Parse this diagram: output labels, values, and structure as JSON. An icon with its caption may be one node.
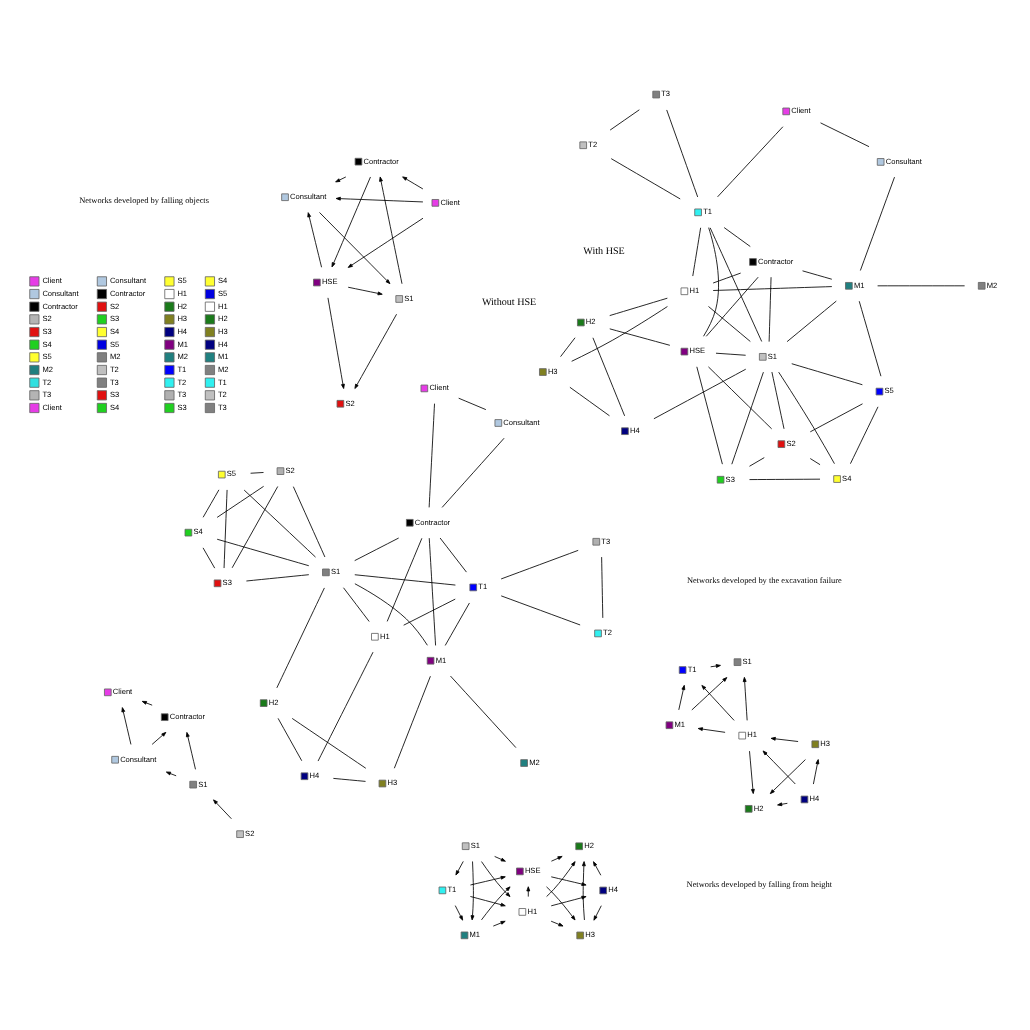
{
  "diagram": {
    "nodes": [
      {
        "text": [
          "H4"
        ]
      },
      {
        "text": [
          "H3"
        ]
      },
      {
        "text": [
          "H2"
        ]
      },
      {
        "text": [
          "H1"
        ]
      },
      {
        "text": [
          "S2"
        ]
      },
      {
        "text": [
          "S5"
        ]
      },
      {
        "text": [
          "S4"
        ]
      },
      {
        "text": [
          "S1"
        ]
      },
      {
        "text": [
          "S3"
        ]
      },
      {
        "text": [
          "T2"
        ]
      },
      {
        "text": [
          "T1"
        ]
      },
      {
        "text": [
          "M1"
        ]
      },
      {
        "text": [
          "Contractor"
        ]
      },
      {
        "text": [
          "T3"
        ]
      },
      {
        "text": [
          "Client"
        ]
      },
      {
        "text": [
          "M2"
        ]
      },
      {
        "text": [
          "Consultant"
        ]
      },
      {
        "text": [
          "Client"
        ]
      },
      {
        "text": [
          "Consultant"
        ]
      },
      {
        "text": [
          "H3"
        ]
      },
      {
        "text": [
          "H2"
        ]
      },
      {
        "text": [
          "H4"
        ]
      },
      {
        "text": [
          "Contractor"
        ]
      },
      {
        "text": [
          "HSE"
        ]
      },
      {
        "text": [
          "H1"
        ]
      },
      {
        "text": [
          "S3"
        ]
      },
      {
        "text": [
          "S2"
        ]
      },
      {
        "text": [
          "M1"
        ]
      },
      {
        "text": [
          "S1"
        ]
      },
      {
        "text": [
          "S5"
        ]
      },
      {
        "text": [
          "M2"
        ]
      },
      {
        "text": [
          "T1"
        ]
      },
      {
        "text": [
          "S4"
        ]
      },
      {
        "text": [
          "T3"
        ]
      },
      {
        "text": [
          "T2"
        ]
      },
      {
        "text": [
          "M1"
        ]
      },
      {
        "text": [
          "H4"
        ]
      },
      {
        "text": [
          "H1"
        ]
      },
      {
        "text": [
          "T1"
        ]
      },
      {
        "text": [
          "H3"
        ]
      },
      {
        "text": [
          "S1"
        ]
      },
      {
        "text": [
          "H2"
        ]
      },
      {
        "text": [
          "T1"
        ]
      },
      {
        "text": [
          "H4"
        ]
      },
      {
        "text": [
          "H1"
        ]
      },
      {
        "text": [
          "S1"
        ]
      },
      {
        "text": [
          "H2"
        ]
      },
      {
        "text": [
          "HSE"
        ]
      },
      {
        "text": [
          "M1"
        ]
      },
      {
        "text": [
          "H3"
        ]
      },
      {
        "text": [
          "Consultant"
        ]
      },
      {
        "text": [
          "S2"
        ]
      },
      {
        "text": [
          "S1"
        ]
      },
      {
        "text": [
          "Client"
        ]
      },
      {
        "text": [
          "Contractor"
        ]
      },
      {
        "text": [
          "HSE"
        ]
      },
      {
        "text": [
          "Client"
        ]
      },
      {
        "text": [
          "S2"
        ]
      },
      {
        "text": [
          "Contractor"
        ]
      },
      {
        "text": [
          "S1"
        ]
      },
      {
        "text": [
          "Consultant"
        ]
      }
    ],
    "edges": [
      {
        "from": 0,
        "to": 1,
        "arrow": "none"
      },
      {
        "from": 0,
        "to": 2,
        "arrow": "none"
      },
      {
        "from": 2,
        "to": 1,
        "arrow": "none"
      },
      {
        "from": 0,
        "to": 3,
        "arrow": "none"
      },
      {
        "from": 1,
        "to": 11,
        "arrow": "none"
      },
      {
        "from": 2,
        "to": 7,
        "arrow": "none"
      },
      {
        "from": 3,
        "to": 10,
        "arrow": "none"
      },
      {
        "from": 3,
        "to": 12,
        "arrow": "none"
      },
      {
        "from": 3,
        "to": 7,
        "arrow": "none"
      },
      {
        "from": 10,
        "to": 9,
        "arrow": "none"
      },
      {
        "from": 9,
        "to": 13,
        "arrow": "none"
      },
      {
        "from": 10,
        "to": 13,
        "arrow": "none"
      },
      {
        "from": 10,
        "to": 11,
        "arrow": "none"
      },
      {
        "from": 10,
        "to": 7,
        "arrow": "none"
      },
      {
        "from": 10,
        "to": 12,
        "arrow": "none"
      },
      {
        "from": 11,
        "to": 7,
        "arrow": "none"
      },
      {
        "from": 11,
        "to": 12,
        "arrow": "none"
      },
      {
        "from": 11,
        "to": 15,
        "arrow": "none"
      },
      {
        "from": 7,
        "to": 12,
        "arrow": "none"
      },
      {
        "from": 7,
        "to": 4,
        "arrow": "none"
      },
      {
        "from": 7,
        "to": 5,
        "arrow": "none"
      },
      {
        "from": 7,
        "to": 6,
        "arrow": "none"
      },
      {
        "from": 7,
        "to": 8,
        "arrow": "none"
      },
      {
        "from": 4,
        "to": 5,
        "arrow": "none"
      },
      {
        "from": 4,
        "to": 6,
        "arrow": "none"
      },
      {
        "from": 4,
        "to": 8,
        "arrow": "none"
      },
      {
        "from": 5,
        "to": 6,
        "arrow": "none"
      },
      {
        "from": 5,
        "to": 8,
        "arrow": "none"
      },
      {
        "from": 6,
        "to": 8,
        "arrow": "none"
      },
      {
        "from": 12,
        "to": 14,
        "arrow": "none"
      },
      {
        "from": 12,
        "to": 16,
        "arrow": "none"
      },
      {
        "from": 16,
        "to": 14,
        "arrow": "none"
      },
      {
        "from": 17,
        "to": 18,
        "arrow": "none"
      },
      {
        "from": 17,
        "to": 31,
        "arrow": "none"
      },
      {
        "from": 19,
        "to": 20,
        "arrow": "none"
      },
      {
        "from": 19,
        "to": 21,
        "arrow": "none"
      },
      {
        "from": 21,
        "to": 20,
        "arrow": "none"
      },
      {
        "from": 19,
        "to": 24,
        "arrow": "none"
      },
      {
        "from": 20,
        "to": 24,
        "arrow": "none"
      },
      {
        "from": 20,
        "to": 23,
        "arrow": "none"
      },
      {
        "from": 21,
        "to": 28,
        "arrow": "none"
      },
      {
        "from": 24,
        "to": 22,
        "arrow": "none"
      },
      {
        "from": 24,
        "to": 27,
        "arrow": "none"
      },
      {
        "from": 24,
        "to": 31,
        "arrow": "none"
      },
      {
        "from": 24,
        "to": 28,
        "arrow": "none"
      },
      {
        "from": 22,
        "to": 23,
        "arrow": "none"
      },
      {
        "from": 22,
        "to": 27,
        "arrow": "none"
      },
      {
        "from": 22,
        "to": 31,
        "arrow": "none"
      },
      {
        "from": 22,
        "to": 28,
        "arrow": "none"
      },
      {
        "from": 18,
        "to": 27,
        "arrow": "none"
      },
      {
        "from": 23,
        "to": 25,
        "arrow": "none"
      },
      {
        "from": 23,
        "to": 26,
        "arrow": "none"
      },
      {
        "from": 23,
        "to": 28,
        "arrow": "none"
      },
      {
        "from": 23,
        "to": 31,
        "arrow": "none"
      },
      {
        "from": 27,
        "to": 28,
        "arrow": "none"
      },
      {
        "from": 27,
        "to": 30,
        "arrow": "none"
      },
      {
        "from": 27,
        "to": 29,
        "arrow": "none"
      },
      {
        "from": 31,
        "to": 28,
        "arrow": "none"
      },
      {
        "from": 31,
        "to": 33,
        "arrow": "none"
      },
      {
        "from": 31,
        "to": 34,
        "arrow": "none"
      },
      {
        "from": 33,
        "to": 34,
        "arrow": "none"
      },
      {
        "from": 28,
        "to": 25,
        "arrow": "none"
      },
      {
        "from": 28,
        "to": 26,
        "arrow": "none"
      },
      {
        "from": 28,
        "to": 32,
        "arrow": "none"
      },
      {
        "from": 25,
        "to": 26,
        "arrow": "none"
      },
      {
        "from": 25,
        "to": 32,
        "arrow": "none"
      },
      {
        "from": 26,
        "to": 32,
        "arrow": "none"
      },
      {
        "from": 26,
        "to": 29,
        "arrow": "none"
      },
      {
        "from": 29,
        "to": 32,
        "arrow": "none"
      },
      {
        "from": 28,
        "to": 29,
        "arrow": "none"
      },
      {
        "from": 36,
        "to": 37,
        "arrow": "to"
      },
      {
        "from": 36,
        "to": 39,
        "arrow": "to"
      },
      {
        "from": 36,
        "to": 41,
        "arrow": "to"
      },
      {
        "from": 39,
        "to": 37,
        "arrow": "to"
      },
      {
        "from": 37,
        "to": 41,
        "arrow": "to"
      },
      {
        "from": 39,
        "to": 41,
        "arrow": "to"
      },
      {
        "from": 37,
        "to": 35,
        "arrow": "to"
      },
      {
        "from": 37,
        "to": 38,
        "arrow": "to"
      },
      {
        "from": 37,
        "to": 40,
        "arrow": "to"
      },
      {
        "from": 35,
        "to": 38,
        "arrow": "to"
      },
      {
        "from": 35,
        "to": 40,
        "arrow": "to"
      },
      {
        "from": 38,
        "to": 40,
        "arrow": "to"
      },
      {
        "from": 42,
        "to": 44,
        "arrow": "to"
      },
      {
        "from": 45,
        "to": 42,
        "arrow": "to"
      },
      {
        "from": 42,
        "to": 48,
        "arrow": "to"
      },
      {
        "from": 42,
        "to": 47,
        "arrow": "to"
      },
      {
        "from": 45,
        "to": 44,
        "arrow": "to"
      },
      {
        "from": 45,
        "to": 48,
        "arrow": "to"
      },
      {
        "from": 45,
        "to": 47,
        "arrow": "to"
      },
      {
        "from": 48,
        "to": 44,
        "arrow": "to"
      },
      {
        "from": 44,
        "to": 47,
        "arrow": "to"
      },
      {
        "from": 44,
        "to": 49,
        "arrow": "to"
      },
      {
        "from": 44,
        "to": 46,
        "arrow": "to"
      },
      {
        "from": 44,
        "to": 43,
        "arrow": "to"
      },
      {
        "from": 47,
        "to": 43,
        "arrow": "to"
      },
      {
        "from": 43,
        "to": 49,
        "arrow": "to"
      },
      {
        "from": 43,
        "to": 46,
        "arrow": "to"
      },
      {
        "from": 47,
        "to": 46,
        "arrow": "to"
      },
      {
        "from": 49,
        "to": 46,
        "arrow": "to"
      },
      {
        "from": 48,
        "to": 47,
        "arrow": "to"
      },
      {
        "from": 47,
        "to": 49,
        "arrow": "to"
      },
      {
        "from": 51,
        "to": 52,
        "arrow": "to"
      },
      {
        "from": 52,
        "to": 50,
        "arrow": "to"
      },
      {
        "from": 52,
        "to": 54,
        "arrow": "to"
      },
      {
        "from": 50,
        "to": 54,
        "arrow": "to"
      },
      {
        "from": 50,
        "to": 53,
        "arrow": "to"
      },
      {
        "from": 54,
        "to": 53,
        "arrow": "to"
      },
      {
        "from": 56,
        "to": 55,
        "arrow": "to"
      },
      {
        "from": 56,
        "to": 58,
        "arrow": "to"
      },
      {
        "from": 58,
        "to": 55,
        "arrow": "to"
      },
      {
        "from": 56,
        "to": 60,
        "arrow": "to"
      },
      {
        "from": 55,
        "to": 57,
        "arrow": "to"
      },
      {
        "from": 55,
        "to": 60,
        "arrow": "to"
      },
      {
        "from": 55,
        "to": 59,
        "arrow": "to"
      },
      {
        "from": 59,
        "to": 57,
        "arrow": "to"
      },
      {
        "from": 59,
        "to": 58,
        "arrow": "to"
      },
      {
        "from": 58,
        "to": 60,
        "arrow": "to"
      },
      {
        "from": 60,
        "to": 59,
        "arrow": "to"
      }
    ],
    "labels": [
      "Without HSE",
      "With HSE",
      "Networks developed by falling from height",
      "Networks developed by falling objects",
      "Networks developed by the excavation failure"
    ],
    "legend": [
      {
        "text": "Client",
        "color": "#e63ce6"
      },
      {
        "text": "Consultant",
        "color": "#b0c8e0"
      },
      {
        "text": "Contractor",
        "color": "#000000"
      },
      {
        "text": "S2",
        "color": "#b4b4b4"
      },
      {
        "text": "S3",
        "color": "#e01010"
      },
      {
        "text": "S4",
        "color": "#20d020"
      },
      {
        "text": "S5",
        "color": "#ffff30"
      },
      {
        "text": "M2",
        "color": "#1f7f7f"
      },
      {
        "text": "T2",
        "color": "#30e0e0"
      },
      {
        "text": "T3",
        "color": "#b4b4b4"
      },
      {
        "text": "Client",
        "color": "#e63ce6"
      },
      {
        "text": "Consultant",
        "color": "#b0c8e0"
      },
      {
        "text": "Contractor",
        "color": "#000000"
      },
      {
        "text": "S2",
        "color": "#e01010"
      },
      {
        "text": "S3",
        "color": "#20d020"
      },
      {
        "text": "S4",
        "color": "#ffff30"
      },
      {
        "text": "S5",
        "color": "#0000e0"
      },
      {
        "text": "M2",
        "color": "#808080"
      },
      {
        "text": "T2",
        "color": "#c0c0c0"
      },
      {
        "text": "T3",
        "color": "#808080"
      },
      {
        "text": "S3",
        "color": "#e01010"
      },
      {
        "text": "S4",
        "color": "#20d020"
      },
      {
        "text": "S5",
        "color": "#ffff30"
      },
      {
        "text": "H1",
        "color": "#ffffff"
      },
      {
        "text": "H2",
        "color": "#1a7a1a"
      },
      {
        "text": "H3",
        "color": "#808020"
      },
      {
        "text": "H4",
        "color": "#000080"
      },
      {
        "text": "M1",
        "color": "#800080"
      },
      {
        "text": "M2",
        "color": "#208080"
      },
      {
        "text": "T1",
        "color": "#0000ff"
      },
      {
        "text": "T2",
        "color": "#30f0f0"
      },
      {
        "text": "T3",
        "color": "#b0b0b0"
      },
      {
        "text": "S3",
        "color": "#20d020"
      },
      {
        "text": "S4",
        "color": "#ffff30"
      },
      {
        "text": "S5",
        "color": "#0000e0"
      },
      {
        "text": "H1",
        "color": "#ffffff"
      },
      {
        "text": "H2",
        "color": "#1a7a1a"
      },
      {
        "text": "H3",
        "color": "#808020"
      },
      {
        "text": "H4",
        "color": "#000080"
      },
      {
        "text": "M1",
        "color": "#208080"
      },
      {
        "text": "M2",
        "color": "#808080"
      },
      {
        "text": "T1",
        "color": "#30f0f0"
      },
      {
        "text": "T2",
        "color": "#c0c0c0"
      },
      {
        "text": "T3",
        "color": "#808080"
      }
    ]
  }
}
